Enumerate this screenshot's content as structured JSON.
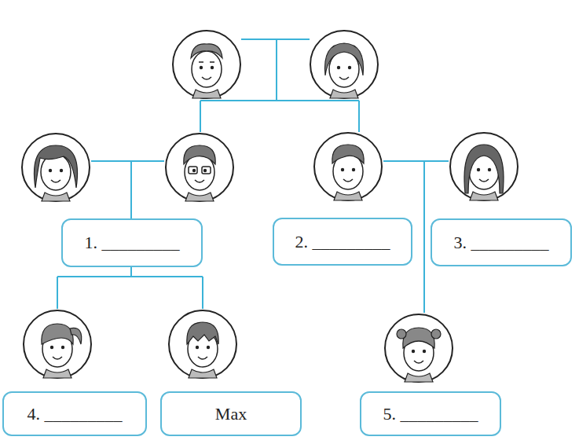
{
  "diagram": {
    "nodes": [
      {
        "text": [
          "1. _________"
        ]
      },
      {
        "text": [
          "2. _________"
        ]
      },
      {
        "text": [
          "3. _________"
        ]
      },
      {
        "text": [
          "4. _________"
        ]
      },
      {
        "text": [
          "Max"
        ]
      },
      {
        "text": [
          "5. _________"
        ]
      }
    ]
  }
}
